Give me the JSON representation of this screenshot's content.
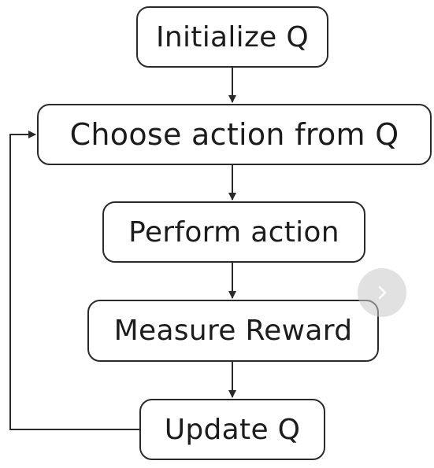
{
  "flowchart": {
    "steps": [
      "Initialize Q",
      "Choose action from Q",
      "Perform action",
      "Measure Reward",
      "Update Q"
    ],
    "loop_back": {
      "from": "Update Q",
      "to": "Choose action from Q"
    }
  },
  "overlay": {
    "next_icon": "chevron-right-icon"
  },
  "colors": {
    "background": "#ffffff",
    "box_border": "#2a2a2a",
    "text": "#1c1c1c",
    "arrow": "#2a2a2a",
    "overlay_button": "#c8c8c8"
  }
}
